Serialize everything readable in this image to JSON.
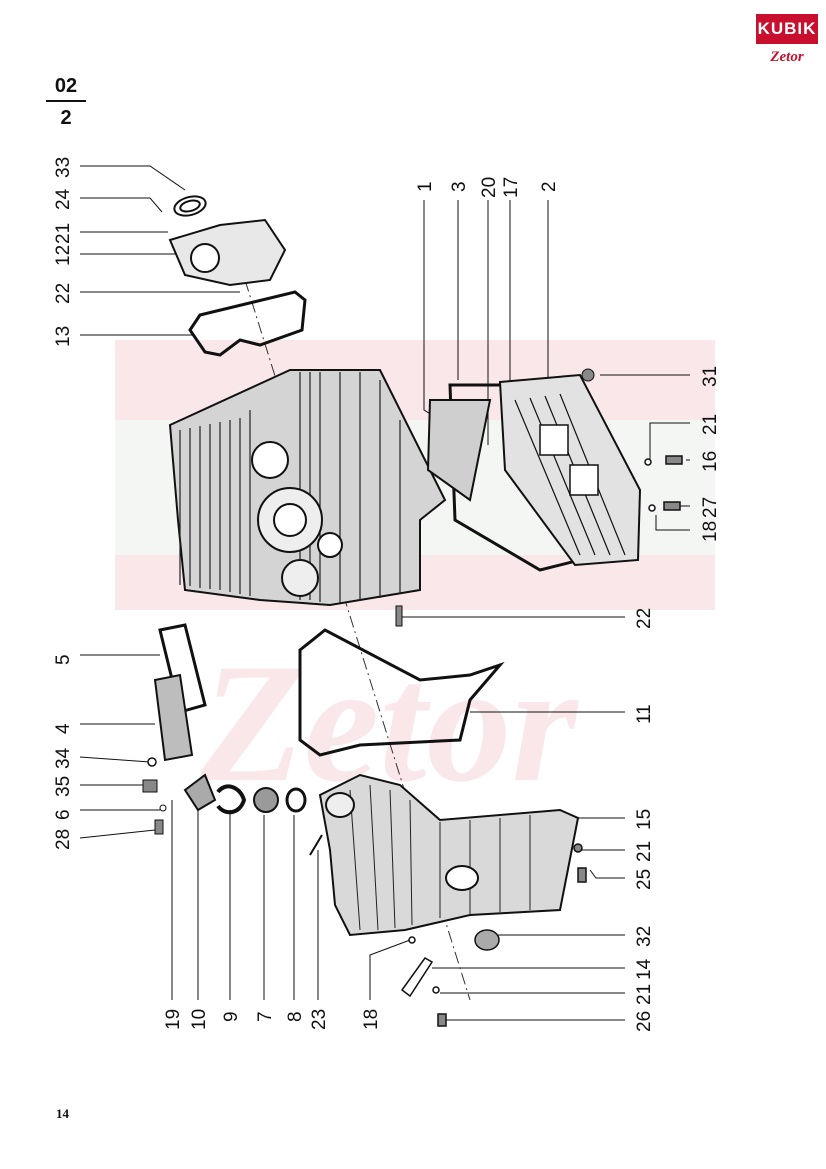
{
  "header": {
    "section_top": "02",
    "section_bottom": "2"
  },
  "logo": {
    "brand": "KUBIK",
    "sub": "Zetor"
  },
  "footer": {
    "page_number": "14"
  },
  "watermark": {
    "text": "Zetor"
  },
  "callouts": {
    "c33": "33",
    "c24": "24",
    "c21a": "21",
    "c12": "12",
    "c22a": "22",
    "c13": "13",
    "c1": "1",
    "c3": "3",
    "c20": "20",
    "c17": "17",
    "c2": "2",
    "c31": "31",
    "c21b": "21",
    "c16": "16",
    "c27": "27",
    "c18a": "18",
    "c22b": "22",
    "c11": "11",
    "c5": "5",
    "c4": "4",
    "c34": "34",
    "c35": "35",
    "c6": "6",
    "c28": "28",
    "c15": "15",
    "c21c": "21",
    "c25": "25",
    "c32": "32",
    "c14": "14",
    "c21d": "21",
    "c26": "26",
    "c19": "19",
    "c10": "10",
    "c9": "9",
    "c7": "7",
    "c8": "8",
    "c23": "23",
    "c18b": "18"
  }
}
